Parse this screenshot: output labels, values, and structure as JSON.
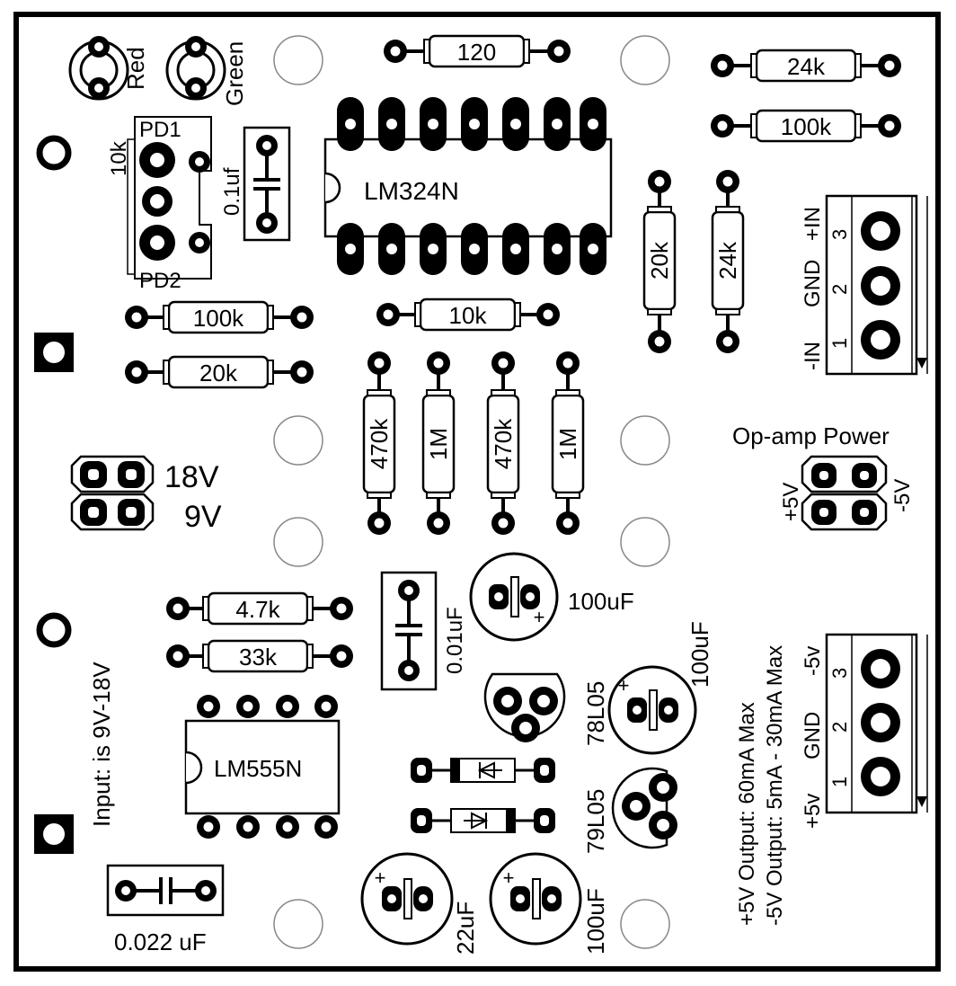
{
  "board": {
    "ic_labels": {
      "lm324": "LM324N",
      "lm555": "LM555N"
    },
    "resistors": {
      "r_120": "120",
      "r_24k_top": "24k",
      "r_100k_top": "100k",
      "r_20k_v": "20k",
      "r_24k_v": "24k",
      "r_100k_left": "100k",
      "r_10k_mid": "10k",
      "r_20k_left": "20k",
      "r_470k_a": "470k",
      "r_1m_a": "1M",
      "r_470k_b": "470k",
      "r_1m_b": "1M",
      "r_4_7k": "4.7k",
      "r_33k": "33k"
    },
    "capacitors": {
      "c_0_1uf": "0.1uf",
      "c_0_01uf": "0.01uF",
      "c_0_022uf": "0.022 uF",
      "c_100uf_a": "100uF",
      "c_100uf_b": "100uF",
      "c_22uf": "22uF",
      "c_100uf_c": "100uF"
    },
    "leds": {
      "red": "Red",
      "green": "Green"
    },
    "pot": {
      "value": "10k",
      "pd1": "PD1",
      "pd2": "PD2"
    },
    "regulators": {
      "pos": "78L05",
      "neg": "79L05"
    },
    "jumpers": {
      "v18": "18V",
      "v9": "9V"
    },
    "op_amp_power": {
      "title": "Op-amp Power",
      "plus": "+5V",
      "minus": "-5V"
    },
    "input_terminal": {
      "pins": [
        "1",
        "2",
        "3"
      ],
      "labels": [
        "-IN",
        "GND",
        "+IN"
      ]
    },
    "output_terminal": {
      "pins": [
        "1",
        "2",
        "3"
      ],
      "labels": [
        "+5v",
        "GND",
        "-5v"
      ],
      "note1": "+5V Output: 60mA Max",
      "note2": "-5V Output: 5mA - 30mA Max"
    },
    "input_note": "Input: is 9V-18V"
  }
}
